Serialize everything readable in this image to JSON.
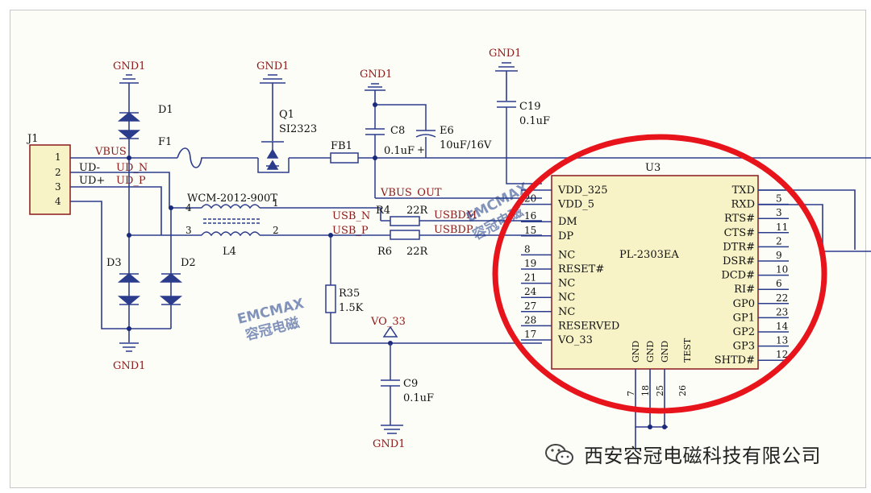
{
  "connector": {
    "ref": "J1",
    "pins": [
      "1",
      "2",
      "3",
      "4"
    ]
  },
  "nets": {
    "vbus": "VBUS",
    "ud_minus": "UD-",
    "ud_n": "UD_N",
    "ud_plus": "UD+",
    "ud_p": "UD_P",
    "vbus_out": "VBUS_OUT",
    "usb_n": "USB_N",
    "usb_p": "USB_P",
    "usbdm": "USBDM",
    "usbdp": "USBDP",
    "vo_33": "VO_33"
  },
  "grounds": {
    "label": "GND1"
  },
  "parts": {
    "d1": "D1",
    "d2": "D2",
    "d3": "D3",
    "f1": "F1",
    "q1": "Q1",
    "q1_val": "SI2323",
    "fb1": "FB1",
    "c8": "C8",
    "c8_val": "0.1uF",
    "e6": "E6",
    "e6_val": "10uF/16V",
    "c19": "C19",
    "c19_val": "0.1uF",
    "c9": "C9",
    "c9_val": "0.1uF",
    "l4": "L4",
    "l4_val": "WCM-2012-900T",
    "r4": "R4",
    "r4_val": "22R",
    "r6": "R6",
    "r6_val": "22R",
    "r35": "R35",
    "r35_val": "1.5K",
    "l4_pin1": "1",
    "l4_pin2": "2",
    "l4_pin3": "3",
    "l4_pin4": "4",
    "e6_plus": "+"
  },
  "ic": {
    "ref": "U3",
    "name": "PL-2303EA",
    "left_pins": [
      {
        "num": "",
        "name": "VDD_325"
      },
      {
        "num": "20",
        "name": "VDD_5"
      },
      {
        "num": "16",
        "name": "DM"
      },
      {
        "num": "15",
        "name": "DP"
      },
      {
        "num": "8",
        "name": "NC"
      },
      {
        "num": "19",
        "name": "RESET#"
      },
      {
        "num": "21",
        "name": "NC"
      },
      {
        "num": "24",
        "name": "NC"
      },
      {
        "num": "27",
        "name": "NC"
      },
      {
        "num": "28",
        "name": "RESERVED"
      },
      {
        "num": "17",
        "name": "VO_33"
      }
    ],
    "right_pins": [
      {
        "num": "",
        "name": "TXD"
      },
      {
        "num": "5",
        "name": "RXD"
      },
      {
        "num": "3",
        "name": "RTS#"
      },
      {
        "num": "11",
        "name": "CTS#"
      },
      {
        "num": "2",
        "name": "DTR#"
      },
      {
        "num": "9",
        "name": "DSR#"
      },
      {
        "num": "10",
        "name": "DCD#"
      },
      {
        "num": "6",
        "name": "RI#"
      },
      {
        "num": "22",
        "name": "GP0"
      },
      {
        "num": "23",
        "name": "GP1"
      },
      {
        "num": "14",
        "name": "GP2"
      },
      {
        "num": "13",
        "name": "GP3"
      },
      {
        "num": "12",
        "name": "SHTD#"
      }
    ],
    "bottom_pins": [
      {
        "num": "7",
        "name": "GND"
      },
      {
        "num": "18",
        "name": "GND"
      },
      {
        "num": "25",
        "name": "GND"
      },
      {
        "num": "26",
        "name": "TEST"
      }
    ]
  },
  "watermark": {
    "line1": "EMCMAX",
    "line2": "容冠电磁"
  },
  "highlight_color": "#e8141c",
  "footer": {
    "icon": "wechat-icon",
    "text": "西安容冠电磁科技有限公司"
  }
}
